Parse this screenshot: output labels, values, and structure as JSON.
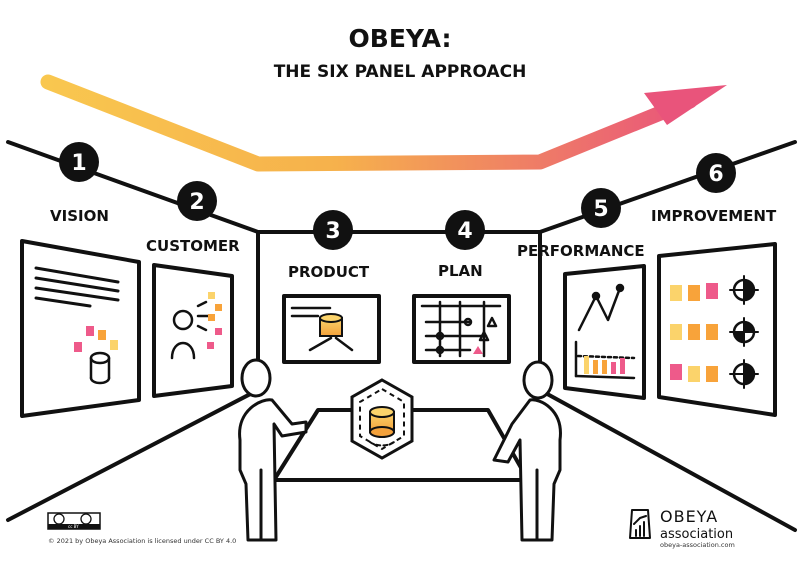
{
  "title": "OBEYA:",
  "subtitle": "THE SIX PANEL APPROACH",
  "panels": [
    {
      "number": "1",
      "label": "VISION"
    },
    {
      "number": "2",
      "label": "CUSTOMER"
    },
    {
      "number": "3",
      "label": "PRODUCT"
    },
    {
      "number": "4",
      "label": "PLAN"
    },
    {
      "number": "5",
      "label": "PERFORMANCE"
    },
    {
      "number": "6",
      "label": "IMPROVEMENT"
    }
  ],
  "license": {
    "badge": "cc BY",
    "text": "© 2021 by Obeya Association is licensed under CC BY 4.0"
  },
  "brand": {
    "name": "OBEYA",
    "tagline": "association",
    "url": "obeya-association.com"
  },
  "colors": {
    "arrow_start": "#f9c74f",
    "arrow_end": "#e9547b",
    "ink": "#111111",
    "orange": "#f8a33a",
    "pink": "#ee5a8a",
    "yellow": "#fbd36b"
  }
}
